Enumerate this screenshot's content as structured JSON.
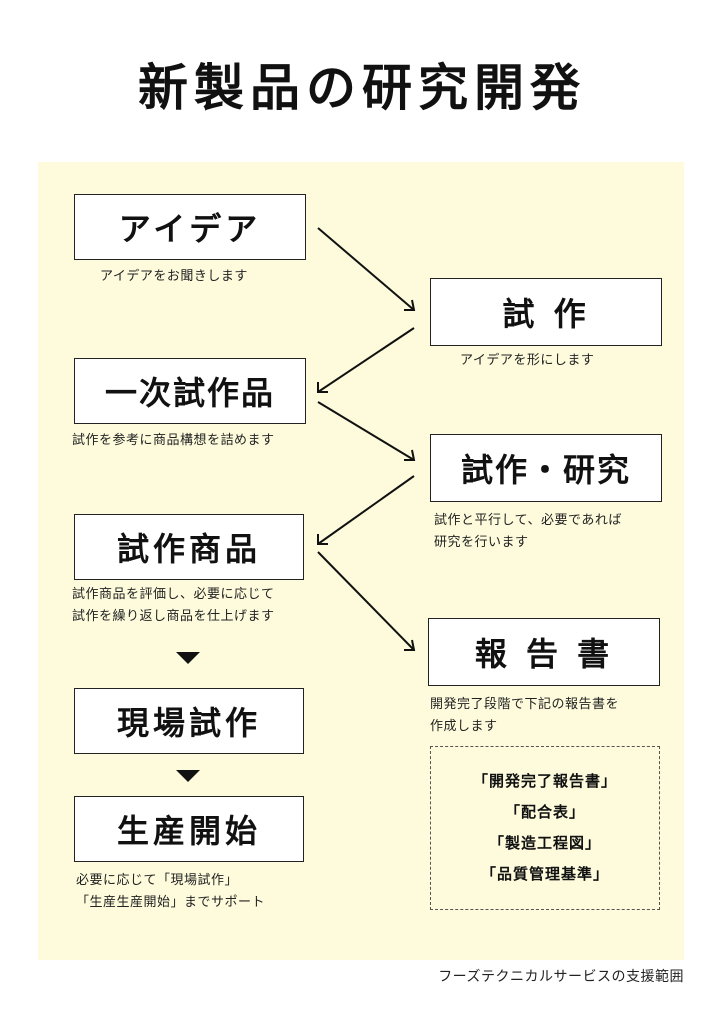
{
  "title": "新製品の研究開発",
  "left_steps": [
    {
      "label": "アイデア",
      "desc": [
        "アイデアをお聞きします"
      ]
    },
    {
      "label": "一次試作品",
      "desc": [
        "試作を参考に商品構想を詰めます"
      ]
    },
    {
      "label": "試作商品",
      "desc": [
        "試作商品を評価し、必要に応じて",
        "試作を繰り返し商品を仕上げます"
      ]
    },
    {
      "label": "現場試作",
      "desc": []
    },
    {
      "label": "生産開始",
      "desc": [
        "必要に応じて「現場試作」",
        "「生産生産開始」までサポート"
      ]
    }
  ],
  "right_steps": [
    {
      "label": "試 作",
      "desc": [
        "アイデアを形にします"
      ]
    },
    {
      "label": "試作・研究",
      "desc": [
        "試作と平行して、必要であれば",
        "研究を行います"
      ]
    },
    {
      "label": "報 告 書",
      "desc": [
        "開発完了段階で下記の報告書を",
        "作成します"
      ]
    }
  ],
  "reports": [
    "「開発完了報告書」",
    "「配合表」",
    "「製造工程図」",
    "「品質管理基準」"
  ],
  "footer": "フーズテクニカルサービスの支援範囲"
}
